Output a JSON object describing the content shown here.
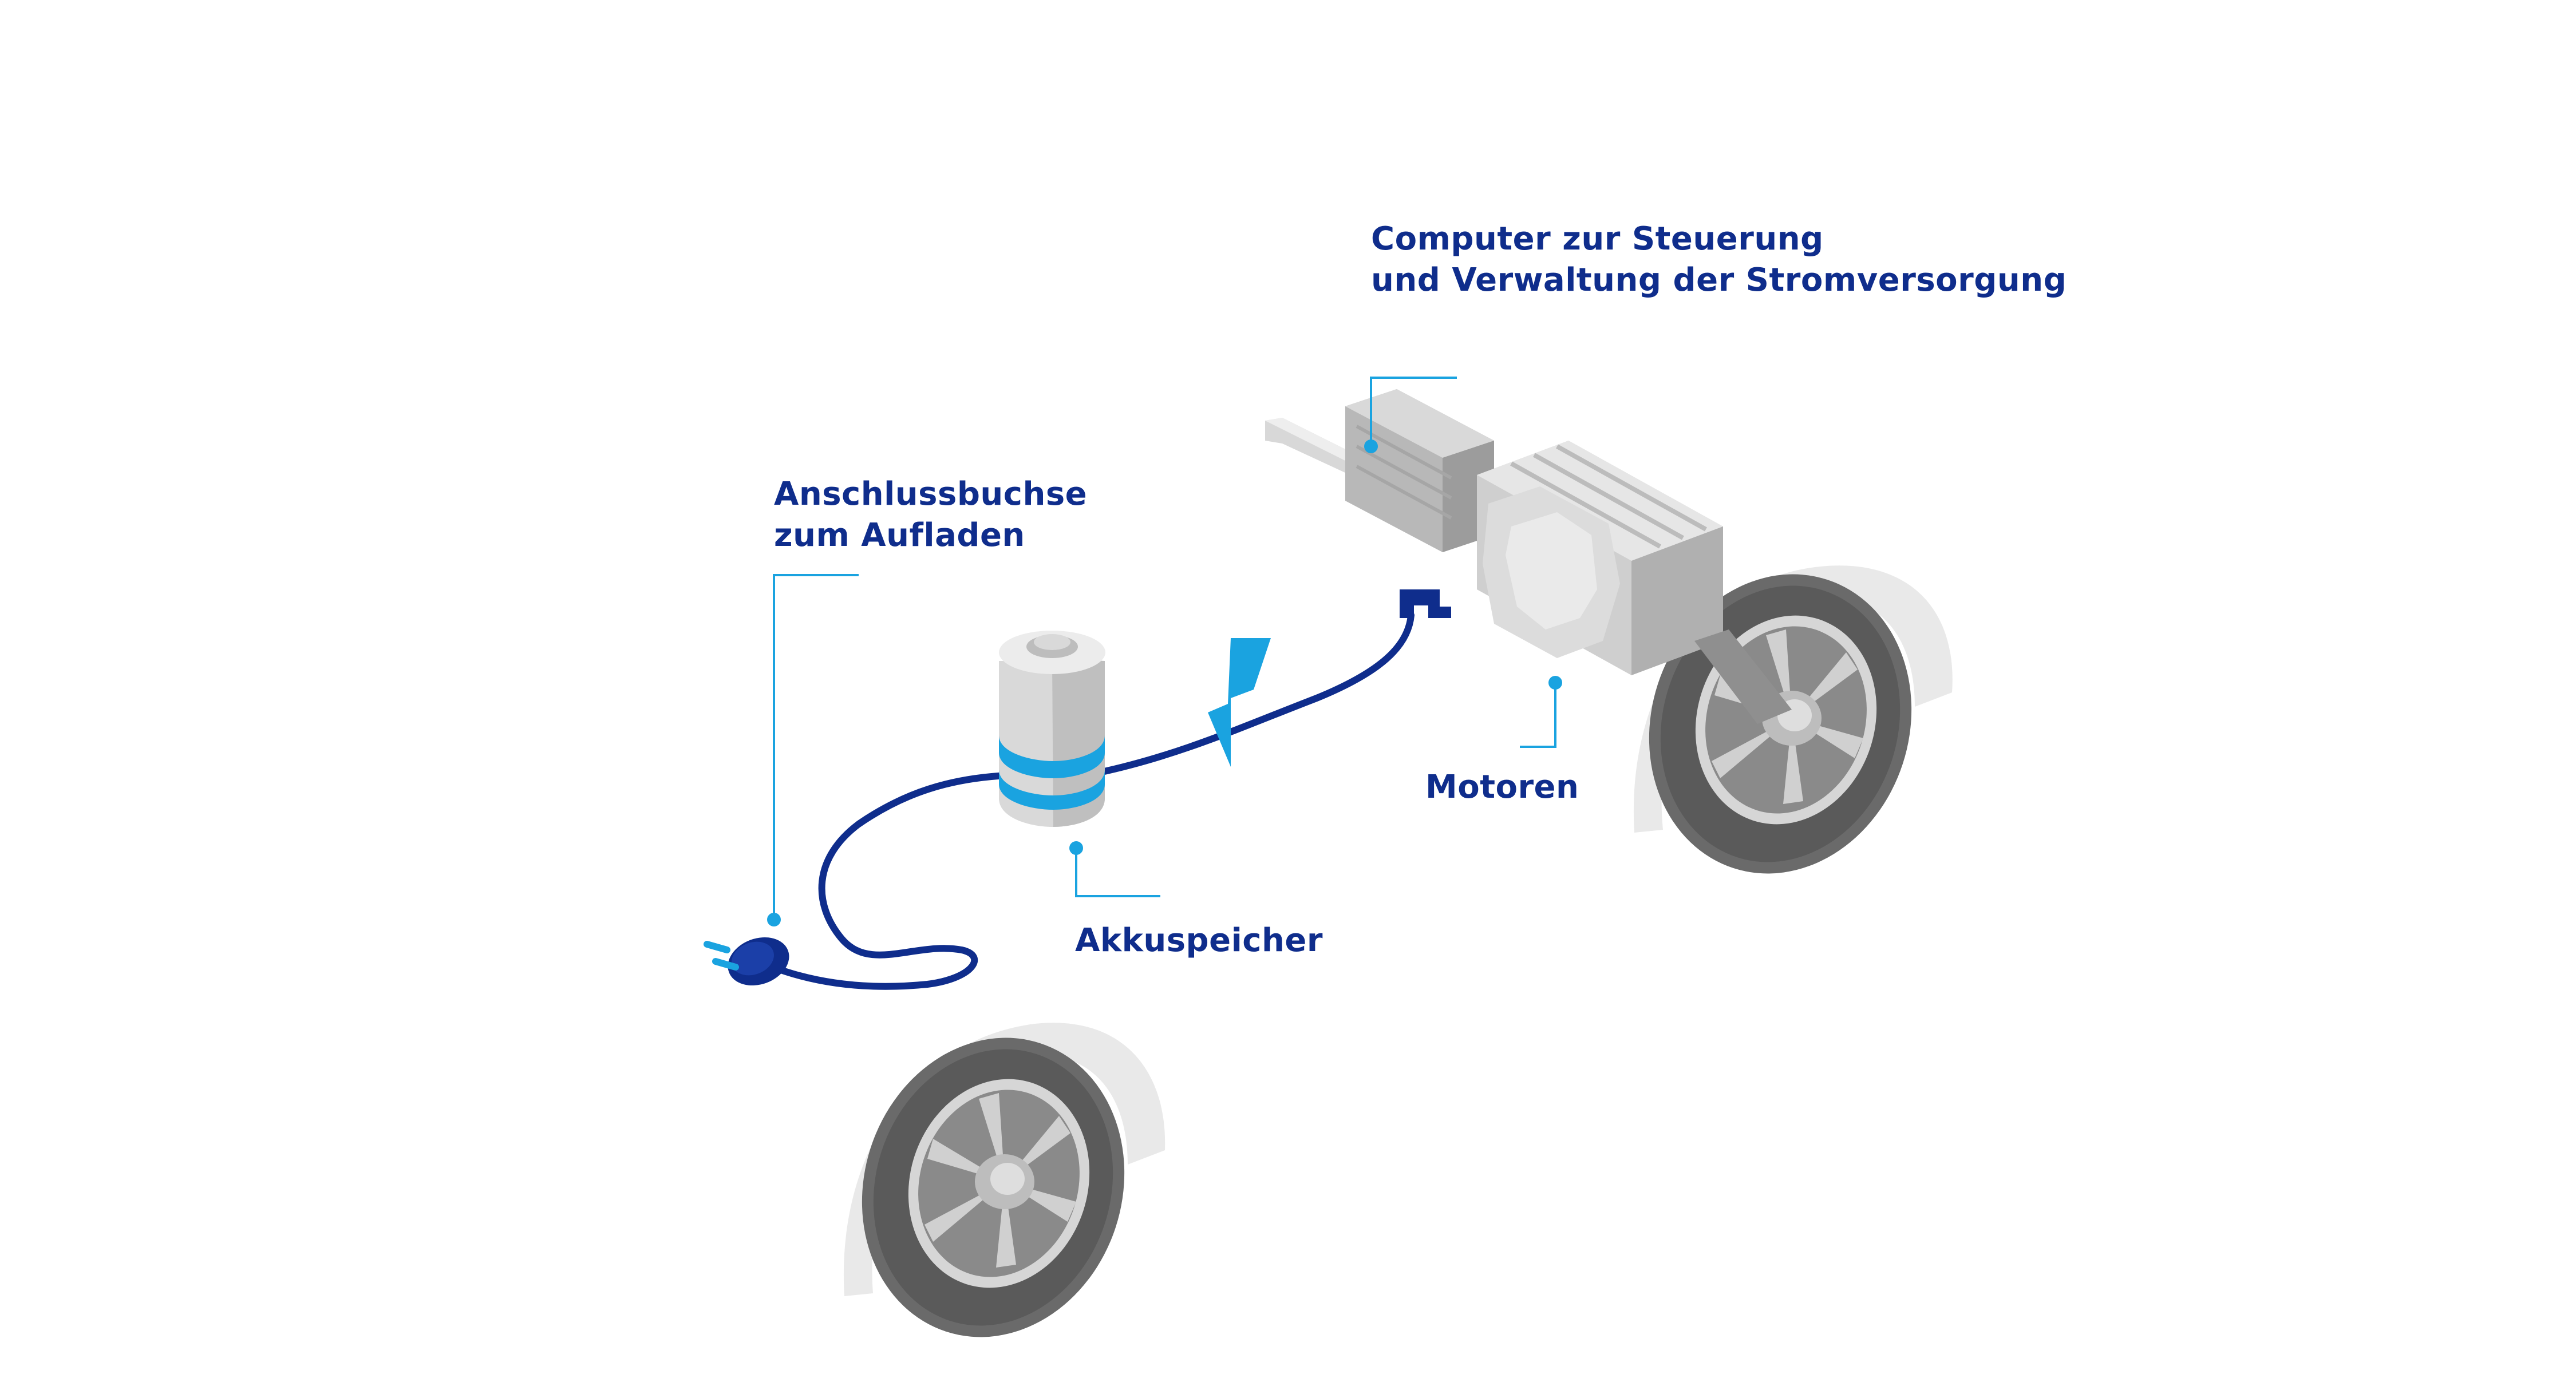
{
  "labels": {
    "computer": {
      "line1": "Computer zur Steuerung",
      "line2": "und Verwaltung der Stromversorgung"
    },
    "socket": {
      "line1": "Anschlussbuchse",
      "line2": "zum Aufladen"
    },
    "motors": "Motoren",
    "battery": "Akkuspeicher"
  },
  "colors": {
    "label_text": "#0f2d8c",
    "leader_line": "#1aa3e0",
    "cable": "#0f2d8c",
    "battery_band": "#1aa3e0",
    "lightning": "#1aa3e0",
    "tire": "#666666",
    "rim": "#d4d4d4",
    "fender": "#e8e8e8",
    "component_gray": "#c8c8c8"
  },
  "icons": [
    "battery-icon",
    "lightning-icon",
    "plug-icon",
    "wheel-icon",
    "motor-icon",
    "computer-unit-icon"
  ]
}
